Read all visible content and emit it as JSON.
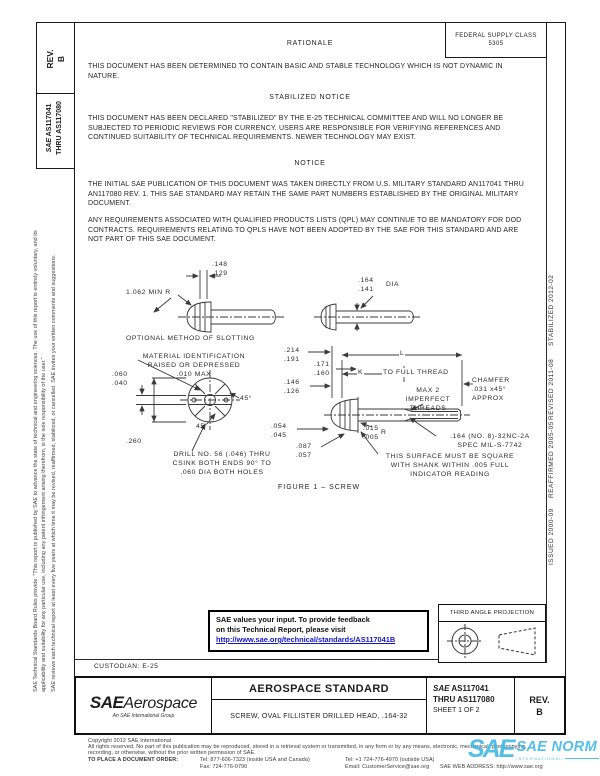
{
  "left_margin": {
    "disclaimer_p1": "SAE Technical Standards Board Rules provide: \"This report is published by SAE to advance the state of technical and engineering sciences. The use of this report is entirely voluntary, and its applicability and suitability for any particular use, including any patent infringement arising therefrom, is the sole responsibility of the user.\"",
    "disclaimer_p2": "SAE reviews each technical report at least every five years at which time it may be revised, reaffirmed, stabilized, or cancelled. SAE invites your written comments and suggestions."
  },
  "rev_box": {
    "text": "REV.\nB"
  },
  "doc_box": {
    "logo": "SAE",
    "number": "AS117041",
    "line2": "THRU AS117080"
  },
  "supply_box": {
    "line1": "FEDERAL SUPPLY CLASS",
    "line2": "5305"
  },
  "sections": {
    "rationale_heading": "RATIONALE",
    "rationale_body": "THIS DOCUMENT HAS BEEN DETERMINED TO CONTAIN BASIC AND STABLE TECHNOLOGY WHICH IS NOT DYNAMIC IN NATURE.",
    "stabilized_heading": "STABILIZED NOTICE",
    "stabilized_body": "THIS DOCUMENT HAS BEEN DECLARED \"STABILIZED\" BY THE E-25 TECHNICAL COMMITTEE AND WILL NO LONGER BE SUBJECTED TO PERIODIC REVIEWS FOR CURRENCY.  USERS ARE RESPONSIBLE FOR VERIFYING REFERENCES AND CONTINUED SUITABILITY OF TECHNICAL REQUIREMENTS.  NEWER TECHNOLOGY MAY EXIST.",
    "notice_heading": "NOTICE",
    "notice_p1": "THE INITIAL SAE PUBLICATION OF THIS DOCUMENT WAS TAKEN DIRECTLY FROM U.S. MILITARY STANDARD AN117041 THRU AN117080 REV. 1. THIS SAE STANDARD MAY RETAIN THE SAME PART NUMBERS ESTABLISHED BY THE ORIGINAL MILITARY DOCUMENT.",
    "notice_p2": "ANY REQUIREMENTS ASSOCIATED WITH QUALIFIED PRODUCTS LISTS (QPL) MAY CONTINUE TO BE MANDATORY FOR DOD CONTRACTS. REQUIREMENTS RELATING TO QPLS HAVE NOT BEEN ADOPTED BY THE SAE FOR THIS STANDARD AND ARE NOT PART OF THIS SAE DOCUMENT."
  },
  "figure": {
    "caption": "FIGURE 1 – SCREW",
    "labels": {
      "slot_dim": ".148\n.129",
      "radius": "1.062 MIN R",
      "optional": "OPTIONAL METHOD OF SLOTTING",
      "dia_num": ".164\n.141",
      "dia_txt": "DIA",
      "material": "MATERIAL IDENTIFICATION\nRAISED OR DEPRESSED\n.010 MAX",
      "d060": ".060\n.040",
      "deg45a": "45°",
      "deg45b": "45°",
      "d260": ".260",
      "drill": "DRILL NO. 56 (.046) THRU\nCSINK BOTH ENDS 90° TO\n.060 DIA BOTH HOLES",
      "d214": ".214\n.191",
      "d171": ".171\n.160",
      "d146": ".146\n.126",
      "d054": ".054\n.045",
      "d087": ".087\n.057",
      "dimL": "L",
      "dimK": "K",
      "tofull": "TO FULL THREAD",
      "max2": "MAX 2 IMPERFECT\nTHREADS",
      "chamfer": "CHAMFER\n.031 x45°\nAPPROX",
      "d015": ".015\n.005",
      "d015r": "R",
      "spec": ".164 (NO. 8)-32NC-2A\nSPEC MIL-S-7742",
      "surface": "THIS SURFACE MUST BE SQUARE\nWITH SHANK WITHIN .005 FULL\nINDICATOR READING"
    }
  },
  "stamps": {
    "stabilized": "STABILIZED 2012-02",
    "revised": "REVISED 2011-08",
    "reaffirmed": "REAFFIRMED 2005-05",
    "issued": "ISSUED 2000-09"
  },
  "feedback": {
    "line1": "SAE values your input. To provide feedback",
    "line2": "on this Technical Report, please visit",
    "url": "http://www.sae.org/technical/standards/AS117041B"
  },
  "projection": {
    "label": "THIRD ANGLE PROJECTION"
  },
  "custodian": "CUSTODIAN:  E-25",
  "footer": {
    "logo_big": "SAE",
    "logo_rest": "Aerospace",
    "logo_sub": "An SAE International Group",
    "title": "AEROSPACE STANDARD",
    "subtitle": "SCREW, OVAL FILLISTER DRILLED HEAD, .164-32",
    "num_logo": "SAE",
    "num_line1": "AS117041",
    "num_line2": "THRU AS117080",
    "sheet": "SHEET 1 OF 2",
    "rev_label": "REV.",
    "rev_value": "B"
  },
  "legal": {
    "copyright": "Copyright 2012 SAE International",
    "rights1": "All rights reserved. No part of this publication may be reproduced, stored in a retrieval system or transmitted, in any form or by any means, electronic, mechanical, photocopying,",
    "rights2": "recording, or otherwise, without the prior written permission of SAE.",
    "order": "TO PLACE A DOCUMENT ORDER:",
    "tel_us": "Tel: 877-606-7323 (inside USA and Canada)",
    "tel_intl": "Tel: +1 724-776-4970 (outside USA)",
    "fax": "Fax: 724-776-0790",
    "email": "Email: CustomerService@sae.org",
    "web": "SAE WEB ADDRESS: http://www.sae.org"
  },
  "watermark": {
    "glyph": "SAE",
    "text": "SAE NORM",
    "subtext": "INTERNATIONAL"
  },
  "colors": {
    "link_blue": "#1414cc",
    "watermark_cyan": "#3cb7e6",
    "line_dark": "#1a1a1a"
  }
}
